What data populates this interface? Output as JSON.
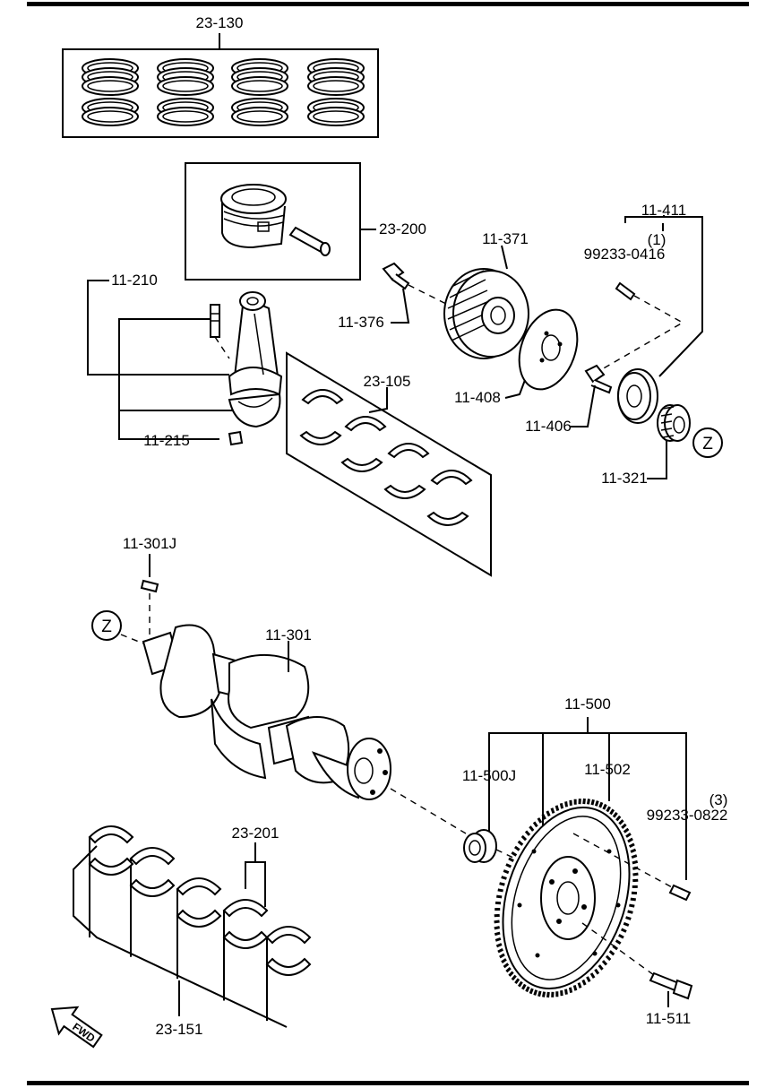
{
  "labels": {
    "rings": "23-130",
    "piston": "23-200",
    "conrod": "11-210",
    "conrod_nut": "11-215",
    "conrod_bearings": "23-105",
    "crank_key": "11-301J",
    "crankshaft": "11-301",
    "main_bearings": "23-151",
    "thrust_bearing": "23-201",
    "pulley": "11-371",
    "pulley_bolt": "11-376",
    "plate": "11-408",
    "hub_assy": "11-411",
    "hub_pin": "99233-0416",
    "hub_pin_qty": "(1)",
    "hub_bolt": "11-406",
    "timing_pulley": "11-321",
    "flywheel_assy": "11-500",
    "pilot_bearing": "11-500J",
    "ring_gear": "11-502",
    "dowel": "99233-0822",
    "dowel_qty": "(3)",
    "flywheel_bolt": "11-511",
    "ref_z": "Z",
    "fwd": "FWD"
  }
}
